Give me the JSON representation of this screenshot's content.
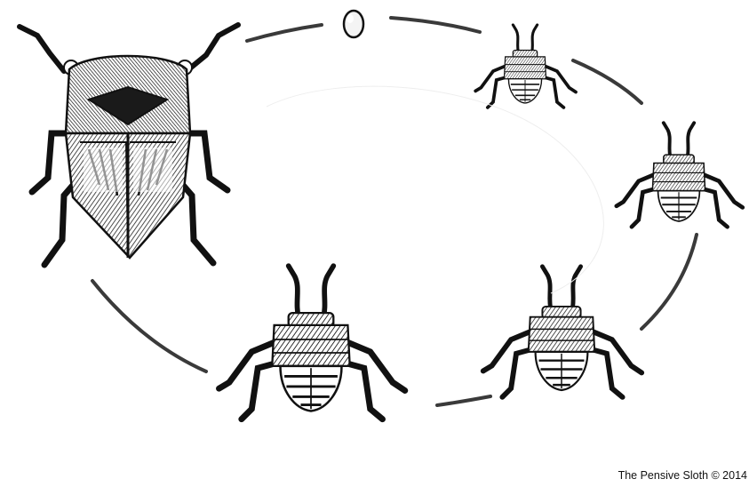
{
  "credit": {
    "text": "The Pensive Sloth © 2014"
  },
  "stages": [
    {
      "id": "egg"
    },
    {
      "id": "nymph-1"
    },
    {
      "id": "nymph-2"
    },
    {
      "id": "nymph-3"
    },
    {
      "id": "nymph-4"
    },
    {
      "id": "adult"
    }
  ],
  "colors": {
    "ink": "#111111",
    "arc": "#3a3a3a",
    "paper": "#ffffff"
  }
}
